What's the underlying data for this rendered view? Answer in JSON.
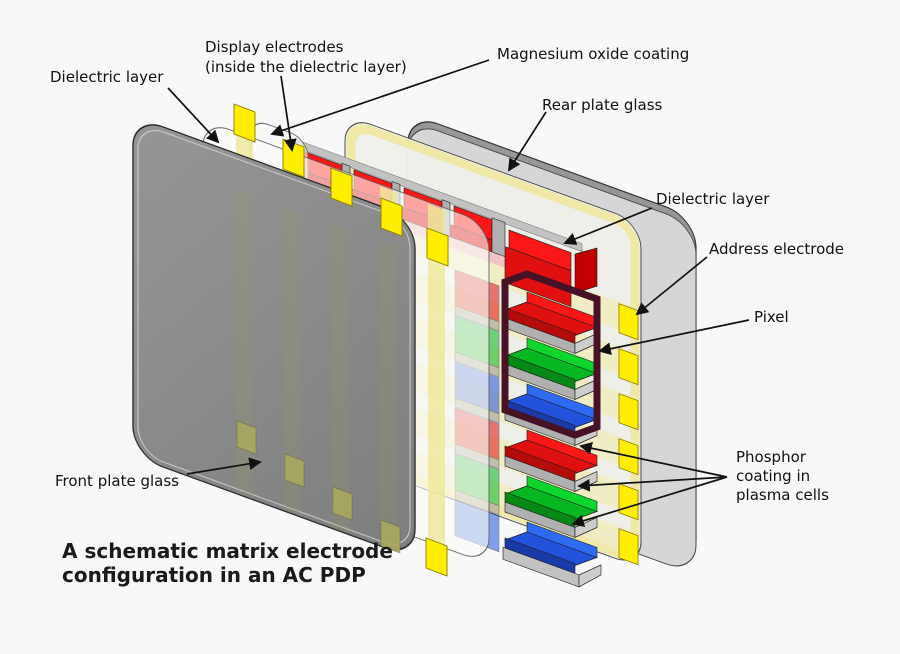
{
  "caption": {
    "line1": "A schematic matrix electrode",
    "line2": "configuration in an AC PDP"
  },
  "labels": {
    "front_dielectric": "Dielectric layer",
    "display_electrodes_line1": "Display electrodes",
    "display_electrodes_line2": "(inside the dielectric layer)",
    "magnesium_oxide": "Magnesium oxide coating",
    "rear_plate": "Rear plate glass",
    "rear_dielectric": "Dielectric layer",
    "address_electrode": "Address electrode",
    "pixel": "Pixel",
    "phosphor_line1": "Phosphor",
    "phosphor_line2": "coating in",
    "phosphor_line3": "plasma cells",
    "front_plate": "Front plate glass"
  },
  "colors": {
    "background": "#f8f8f8",
    "phosphor_red_bright": "#fb1717",
    "phosphor_green_bright": "#0cd62c",
    "phosphor_blue_bright": "#2f6af2",
    "electrode_yellow": "#ffee00",
    "pixel_outline": "#471126",
    "rear_glass": "#d6d6d6",
    "front_glass": "#8a8a8a",
    "barrier_rib": "#b0b0b0",
    "dielectric_stripe": "#eee79a"
  }
}
